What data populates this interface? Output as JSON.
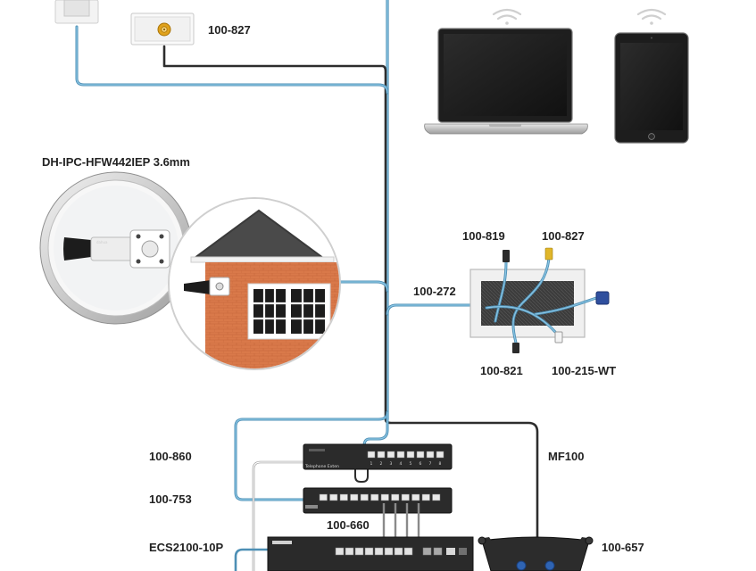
{
  "labels": {
    "top_plate": "100-827",
    "camera": "DH-IPC-HFW442IEP 3.6mm",
    "wall_819": "100-819",
    "wall_827": "100-827",
    "wall_272": "100-272",
    "wall_821": "100-821",
    "wall_215": "100-215-WT",
    "patch_860": "100-860",
    "patch_753": "100-753",
    "patch_660": "100-660",
    "switch": "ECS2100-10P",
    "mf100": "MF100",
    "router_657": "100-657"
  },
  "device_text": {
    "telephone_panel": "Telephone Exten",
    "panel_ports": [
      "1",
      "2",
      "3",
      "4",
      "5",
      "6",
      "7",
      "8"
    ]
  },
  "colors": {
    "blue_cable": "#5aa6cf",
    "black_cable": "#3a3a3a",
    "brick": "#d9794a",
    "roof": "#4a4a4a",
    "device_dark": "#2b2b2b",
    "accent_gold": "#e0a21c"
  },
  "icons": [
    "wifi-icon",
    "laptop-icon",
    "tablet-icon",
    "camera-icon",
    "house-icon",
    "coax-plate-icon",
    "wall-plate-icon",
    "patch-panel-icon",
    "switch-icon",
    "router-icon"
  ]
}
